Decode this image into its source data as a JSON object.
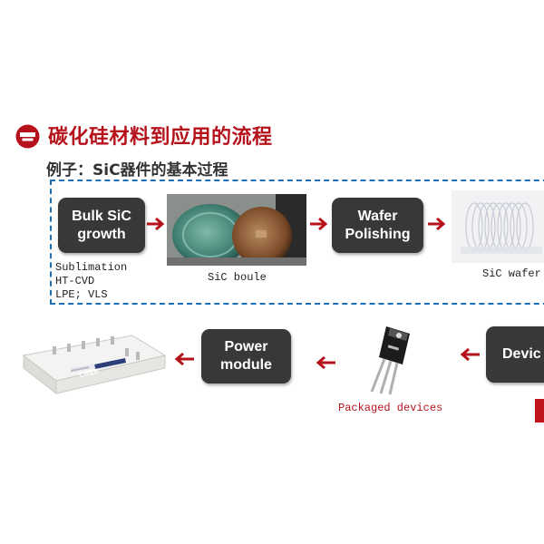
{
  "title": "碳化硅材料到应用的流程",
  "subtitle": "例子：SiC器件的基本过程",
  "steps": {
    "bulk": "Bulk SiC\ngrowth",
    "wafer": "Wafer\nPolishing",
    "power": "Power\nmodule",
    "device": "Devic"
  },
  "growth_methods": [
    "Sublimation",
    "HT-CVD",
    "LPE; VLS"
  ],
  "labels": {
    "boule": "SiC boule",
    "wafer": "SiC wafer",
    "packaged": "Packaged devices"
  },
  "module_brand": "CREE",
  "colors": {
    "accent_red": "#b5121b",
    "frame_blue": "#1b6fb6",
    "box_dark": "#383838"
  },
  "icons": [
    "title-badge-icon",
    "right-arrow-icon",
    "left-arrow-icon"
  ]
}
